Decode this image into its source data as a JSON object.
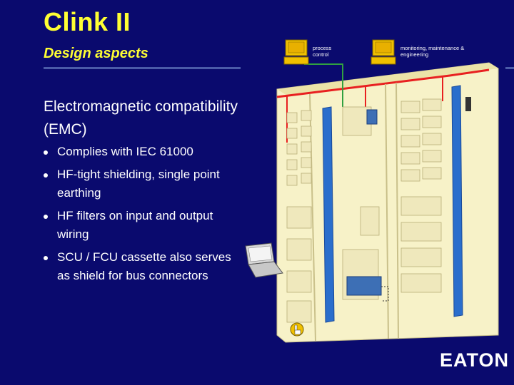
{
  "slide": {
    "title": "Clink II",
    "subtitle": "Design aspects",
    "heading": "Electromagnetic compatibility (EMC)",
    "bullets": [
      "Complies with IEC 61000",
      "HF-tight shielding, single point earthing",
      "HF filters on input and output wiring",
      "SCU / FCU cassette also serves as shield for bus connectors"
    ]
  },
  "illustration": {
    "label_process_control": [
      "process",
      "control"
    ],
    "label_monitoring": [
      "monitoring, maintenance &",
      "engineering"
    ],
    "icons": [
      "computer-icon",
      "computer-icon",
      "laptop-icon",
      "hand-pointer-icon"
    ]
  },
  "logo": {
    "text": "EATON"
  },
  "colors": {
    "background": "#0a0a6e",
    "title": "#ffff33",
    "text": "#ffffff",
    "cabinet": "#f7f2c8",
    "bus_red": "#e82020",
    "bus_green": "#30a040",
    "busbar_blue": "#2a6ecc"
  }
}
